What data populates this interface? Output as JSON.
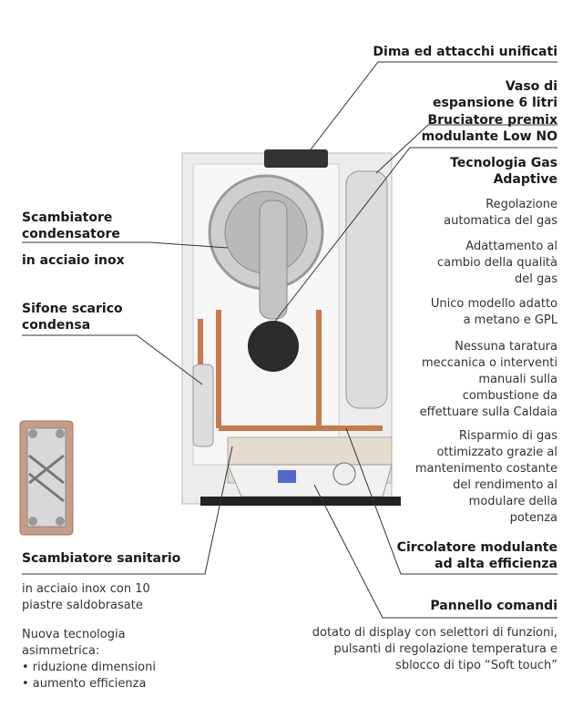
{
  "right_labels": {
    "dima": "Dima ed attacchi unificati",
    "vaso": [
      "Vaso di",
      "espansione 6 litri"
    ],
    "bruciatore": [
      "Bruciatore premix",
      "modulante Low NO"
    ],
    "tecnologia": [
      "Tecnologia Gas",
      "Adaptive"
    ],
    "tecnologia_points": [
      [
        "Regolazione",
        "automatica del gas"
      ],
      [
        "Adattamento al",
        "cambio della qualità",
        "del gas"
      ],
      [
        "Unico modello adatto",
        "a metano e GPL"
      ],
      [
        "Nessuna taratura",
        "meccanica o interventi",
        "manuali sulla",
        "combustione da",
        "effettuare sulla Caldaia"
      ],
      [
        "Risparmio di gas",
        "ottimizzato grazie al",
        "mantenimento costante",
        "del rendimento al",
        "modulare della",
        "potenza"
      ]
    ],
    "circolatore": [
      "Circolatore modulante",
      "ad alta efficienza"
    ],
    "pannello": "Pannello comandi",
    "pannello_desc": [
      "dotato di display con selettori di funzioni,",
      "pulsanti di regolazione temperatura e",
      "sblocco di tipo “Soft touch”"
    ]
  },
  "left_labels": {
    "scambiatore": [
      "Scambiatore",
      "condensatore"
    ],
    "scambiatore_desc": "in acciaio inox",
    "sifone": [
      "Sifone scarico",
      "condensa"
    ],
    "sanitario": "Scambiatore sanitario",
    "sanitario_desc": [
      "in acciaio inox con 10",
      "piastre saldobrasate"
    ],
    "tecnologia_asimmetrica": [
      "Nuova tecnologia",
      "asimmetrica:",
      "• riduzione dimensioni",
      "• aumento efficienza"
    ]
  }
}
